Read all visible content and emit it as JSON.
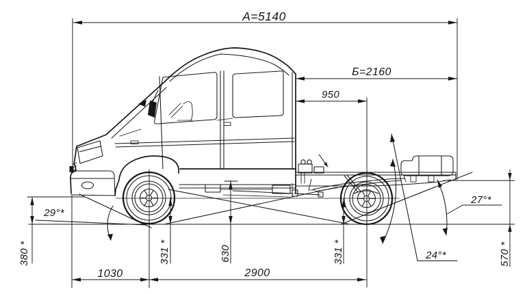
{
  "colors": {
    "ink": "#161616",
    "paper": "#ffffff"
  },
  "dimensions": {
    "overall_length": "А=5140",
    "cab_rear_to_frame_end": "Б=2160",
    "cab_rear_to_rear_axle": "950",
    "front_overhang": "1030",
    "wheelbase": "2900",
    "front_bumper_height": "380 *",
    "front_static_radius": "331 *",
    "frame_height": "630",
    "rear_static_radius": "331 *",
    "rear_frame_height": "570 *"
  },
  "angles": {
    "approach_angle": "29°*",
    "departure_angle": "27°*",
    "rear_tilt_angle": "24°*"
  }
}
